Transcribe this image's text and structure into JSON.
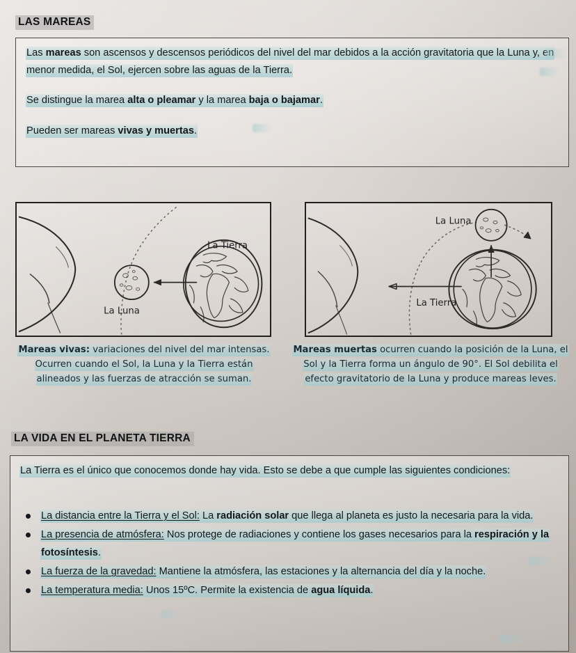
{
  "page": {
    "background_color": "#cfc9c4",
    "highlighter_color": "#9fcbce",
    "ink_color": "#15181c"
  },
  "section_tides": {
    "heading": "LAS MAREAS",
    "paragraphs": [
      {
        "parts": [
          {
            "t": "Las ",
            "b": false
          },
          {
            "t": "mareas",
            "b": true
          },
          {
            "t": " son ascensos y descensos periódicos del nivel del mar debidos a la acción gravitatoria que la Luna y, en menor medida, el Sol, ejercen sobre las aguas de la Tierra.",
            "b": false
          }
        ]
      },
      {
        "parts": [
          {
            "t": "Se distingue la marea ",
            "b": false
          },
          {
            "t": "alta o pleamar",
            "b": true
          },
          {
            "t": " y la marea ",
            "b": false
          },
          {
            "t": "baja o bajamar",
            "b": true
          },
          {
            "t": ".",
            "b": false
          }
        ]
      },
      {
        "parts": [
          {
            "t": "Pueden ser mareas ",
            "b": false
          },
          {
            "t": "vivas y muertas",
            "b": true
          },
          {
            "t": ".",
            "b": false
          }
        ]
      }
    ]
  },
  "diagrams": {
    "left": {
      "labels": {
        "earth": "La Tierra",
        "moon": "La Luna"
      },
      "caption_bold": "Mareas vivas:",
      "caption_text": " variaciones del nivel del mar intensas. Ocurren cuando el Sol, la Luna y la Tierra están alineados y las fuerzas de atracción se suman."
    },
    "right": {
      "labels": {
        "earth": "La Tierra",
        "moon": "La Luna"
      },
      "caption_bold": "Mareas muertas",
      "caption_text": " ocurren cuando la posición de la Luna, el Sol y la Tierra forma un ángulo de 90°. El Sol debilita el efecto gravitatorio de la Luna y produce mareas leves."
    }
  },
  "section_life": {
    "heading": "LA VIDA EN EL PLANETA TIERRA",
    "intro": "La Tierra es el único que conocemos donde hay vida. Esto se debe a que cumple las siguientes condiciones:",
    "conditions": [
      {
        "term": "La distancia entre la Tierra y el Sol:",
        "parts": [
          {
            "t": " La ",
            "b": false
          },
          {
            "t": "radiación solar",
            "b": true
          },
          {
            "t": " que llega al planeta es justo la necesaria para la vida.",
            "b": false
          }
        ]
      },
      {
        "term": "La presencia de atmósfera:",
        "parts": [
          {
            "t": " Nos protege de radiaciones y contiene los gases necesarios para la ",
            "b": false
          },
          {
            "t": "respiración y la fotosíntesis",
            "b": true
          },
          {
            "t": ".",
            "b": false
          }
        ]
      },
      {
        "term": "La fuerza de la gravedad:",
        "parts": [
          {
            "t": " Mantiene la atmósfera, las estaciones y la alternancia del día y la noche.",
            "b": false
          }
        ]
      },
      {
        "term": "La temperatura media:",
        "parts": [
          {
            "t": " Unos 15ºC. Permite la existencia de ",
            "b": false
          },
          {
            "t": "agua líquida",
            "b": true
          },
          {
            "t": ".",
            "b": false
          }
        ]
      }
    ]
  }
}
